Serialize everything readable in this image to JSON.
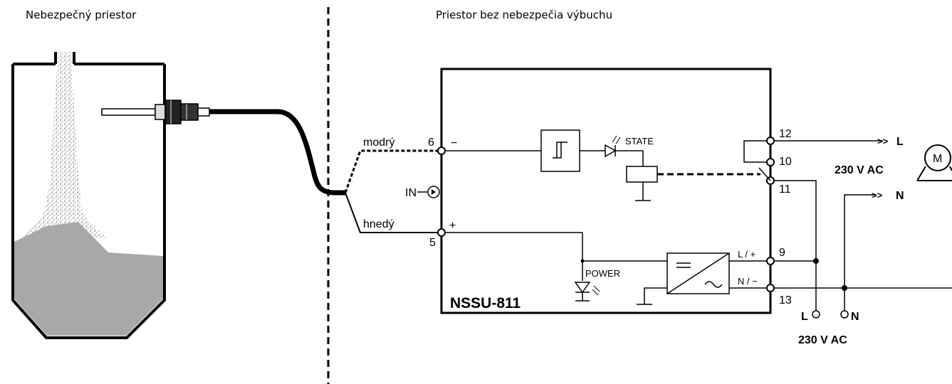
{
  "zones": {
    "hazardous": "Nebezpečný priestor",
    "safe": "Priestor bez nebezpečia výbuchu"
  },
  "wires": {
    "blue": "modrý",
    "brown": "hnedý"
  },
  "input_label": "IN",
  "device": {
    "name": "NSSU-811",
    "state_label": "STATE",
    "power_label": "POWER",
    "supply_plus": "L / +",
    "supply_minus": "N / −"
  },
  "terminals": {
    "t6": "6",
    "t5": "5",
    "t12": "12",
    "t10": "10",
    "t11": "11",
    "t9": "9",
    "t13": "13"
  },
  "polarity": {
    "minus": "−",
    "plus": "+"
  },
  "outputs": {
    "L": "L",
    "N": "N",
    "voltage_top": "230 V AC",
    "motor": "M"
  },
  "supply": {
    "L": "L",
    "N": "N",
    "voltage": "230 V AC"
  }
}
